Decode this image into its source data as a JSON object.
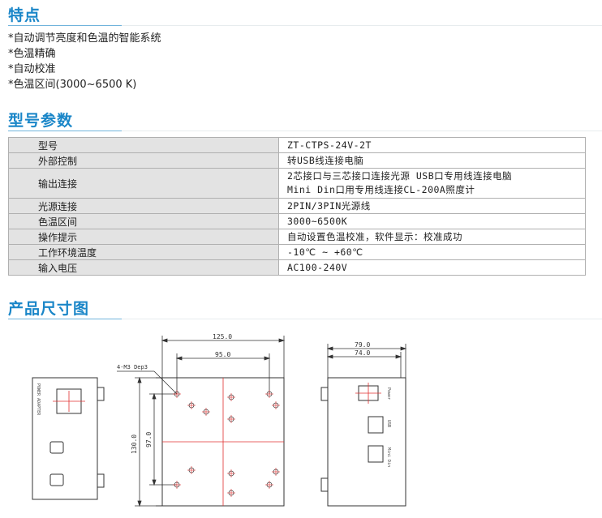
{
  "sections": {
    "features_title": "特点",
    "spec_title": "型号参数",
    "dimension_title": "产品尺寸图"
  },
  "features": [
    "*自动调节亮度和色温的智能系统",
    "*色温精确",
    "*自动校准",
    "*色温区间(3000~6500 K)"
  ],
  "spec": {
    "rows": [
      {
        "key": "型号",
        "value": "ZT-CTPS-24V-2T"
      },
      {
        "key": "外部控制",
        "value": "转USB线连接电脑"
      },
      {
        "key": "输出连接",
        "value": "2芯接口与三芯接口连接光源    USB口专用线连接电脑",
        "value2": "Mini Din口用专用线连接CL-200A照度计"
      },
      {
        "key": "光源连接",
        "value": "2PIN/3PIN光源线"
      },
      {
        "key": "色温区间",
        "value": "3000~6500K"
      },
      {
        "key": "操作提示",
        "value": "自动设置色温校准，软件显示：校准成功"
      },
      {
        "key": "工作环境温度",
        "value": "-10℃ ~ +60℃"
      },
      {
        "key": "输入电压",
        "value": "AC100-240V"
      }
    ]
  },
  "drawing": {
    "dim_125": "125.0",
    "dim_95": "95.0",
    "dim_130": "130.0",
    "dim_97": "97.0",
    "dim_79": "79.0",
    "dim_74": "74.0",
    "hole_note": "4-M3 Dep3",
    "left_label": "POWER ADAPTER",
    "right_power": "Power",
    "right_usb": "USB",
    "right_mini": "Mini Din"
  },
  "colors": {
    "accent": "#1a86c8",
    "center_mark": "#e03030",
    "key_bg": "#e3e3e3"
  }
}
